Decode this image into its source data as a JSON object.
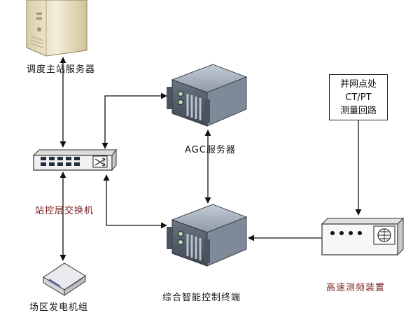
{
  "nodes": {
    "dispatch_server": "调度主站服务器",
    "switch": "站控层交换机",
    "agc_server": "AGC服务器",
    "integrated_terminal": "综合智能控制终端",
    "generator_unit": "场区发电机组",
    "freq_device": "高速测频装置",
    "ct_pt_box": [
      "并网点处",
      "CT/PT",
      "测量回路"
    ]
  },
  "colors": {
    "line": "#111111",
    "accent_label": "#7a2020",
    "server_dark": "#4f5a67",
    "server_light": "#a7b3bf"
  }
}
